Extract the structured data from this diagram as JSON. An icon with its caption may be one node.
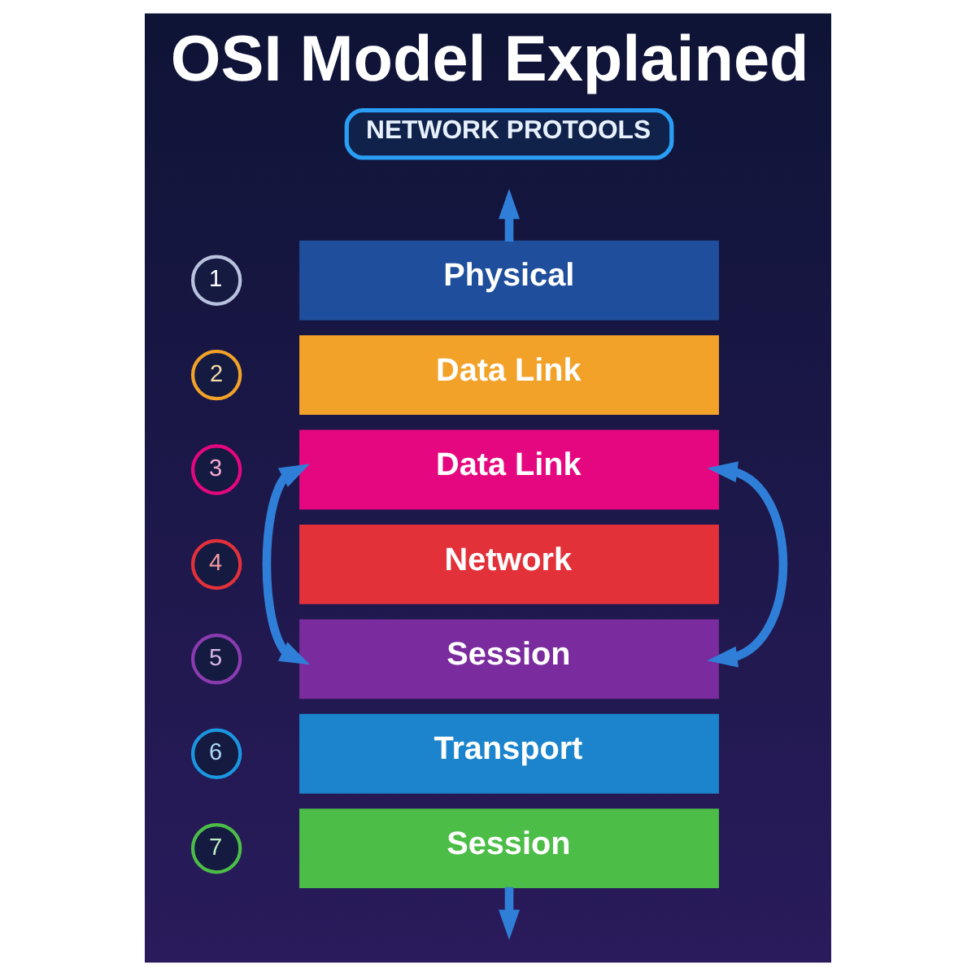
{
  "diagram": {
    "title": "OSI Model Explained",
    "nodes": [
      {
        "text": [
          "NETWORK PROTOOLS"
        ]
      },
      {
        "text": [
          "1"
        ]
      },
      {
        "text": [
          "Physical"
        ]
      },
      {
        "text": [
          "2"
        ]
      },
      {
        "text": [
          "Data Link"
        ]
      },
      {
        "text": [
          "3"
        ]
      },
      {
        "text": [
          "Data Link"
        ]
      },
      {
        "text": [
          "4"
        ]
      },
      {
        "text": [
          "Network"
        ]
      },
      {
        "text": [
          "5"
        ]
      },
      {
        "text": [
          "Session"
        ]
      },
      {
        "text": [
          "6"
        ]
      },
      {
        "text": [
          "Transport"
        ]
      },
      {
        "text": [
          "7"
        ]
      },
      {
        "text": [
          "Session"
        ]
      }
    ],
    "edges": [
      {
        "from": 2,
        "to": null,
        "arrow": "to"
      },
      {
        "from": 14,
        "to": null,
        "arrow": "to"
      },
      {
        "from": 6,
        "to": 10,
        "arrow": "both"
      },
      {
        "from": 6,
        "to": 10,
        "arrow": "both"
      }
    ]
  }
}
